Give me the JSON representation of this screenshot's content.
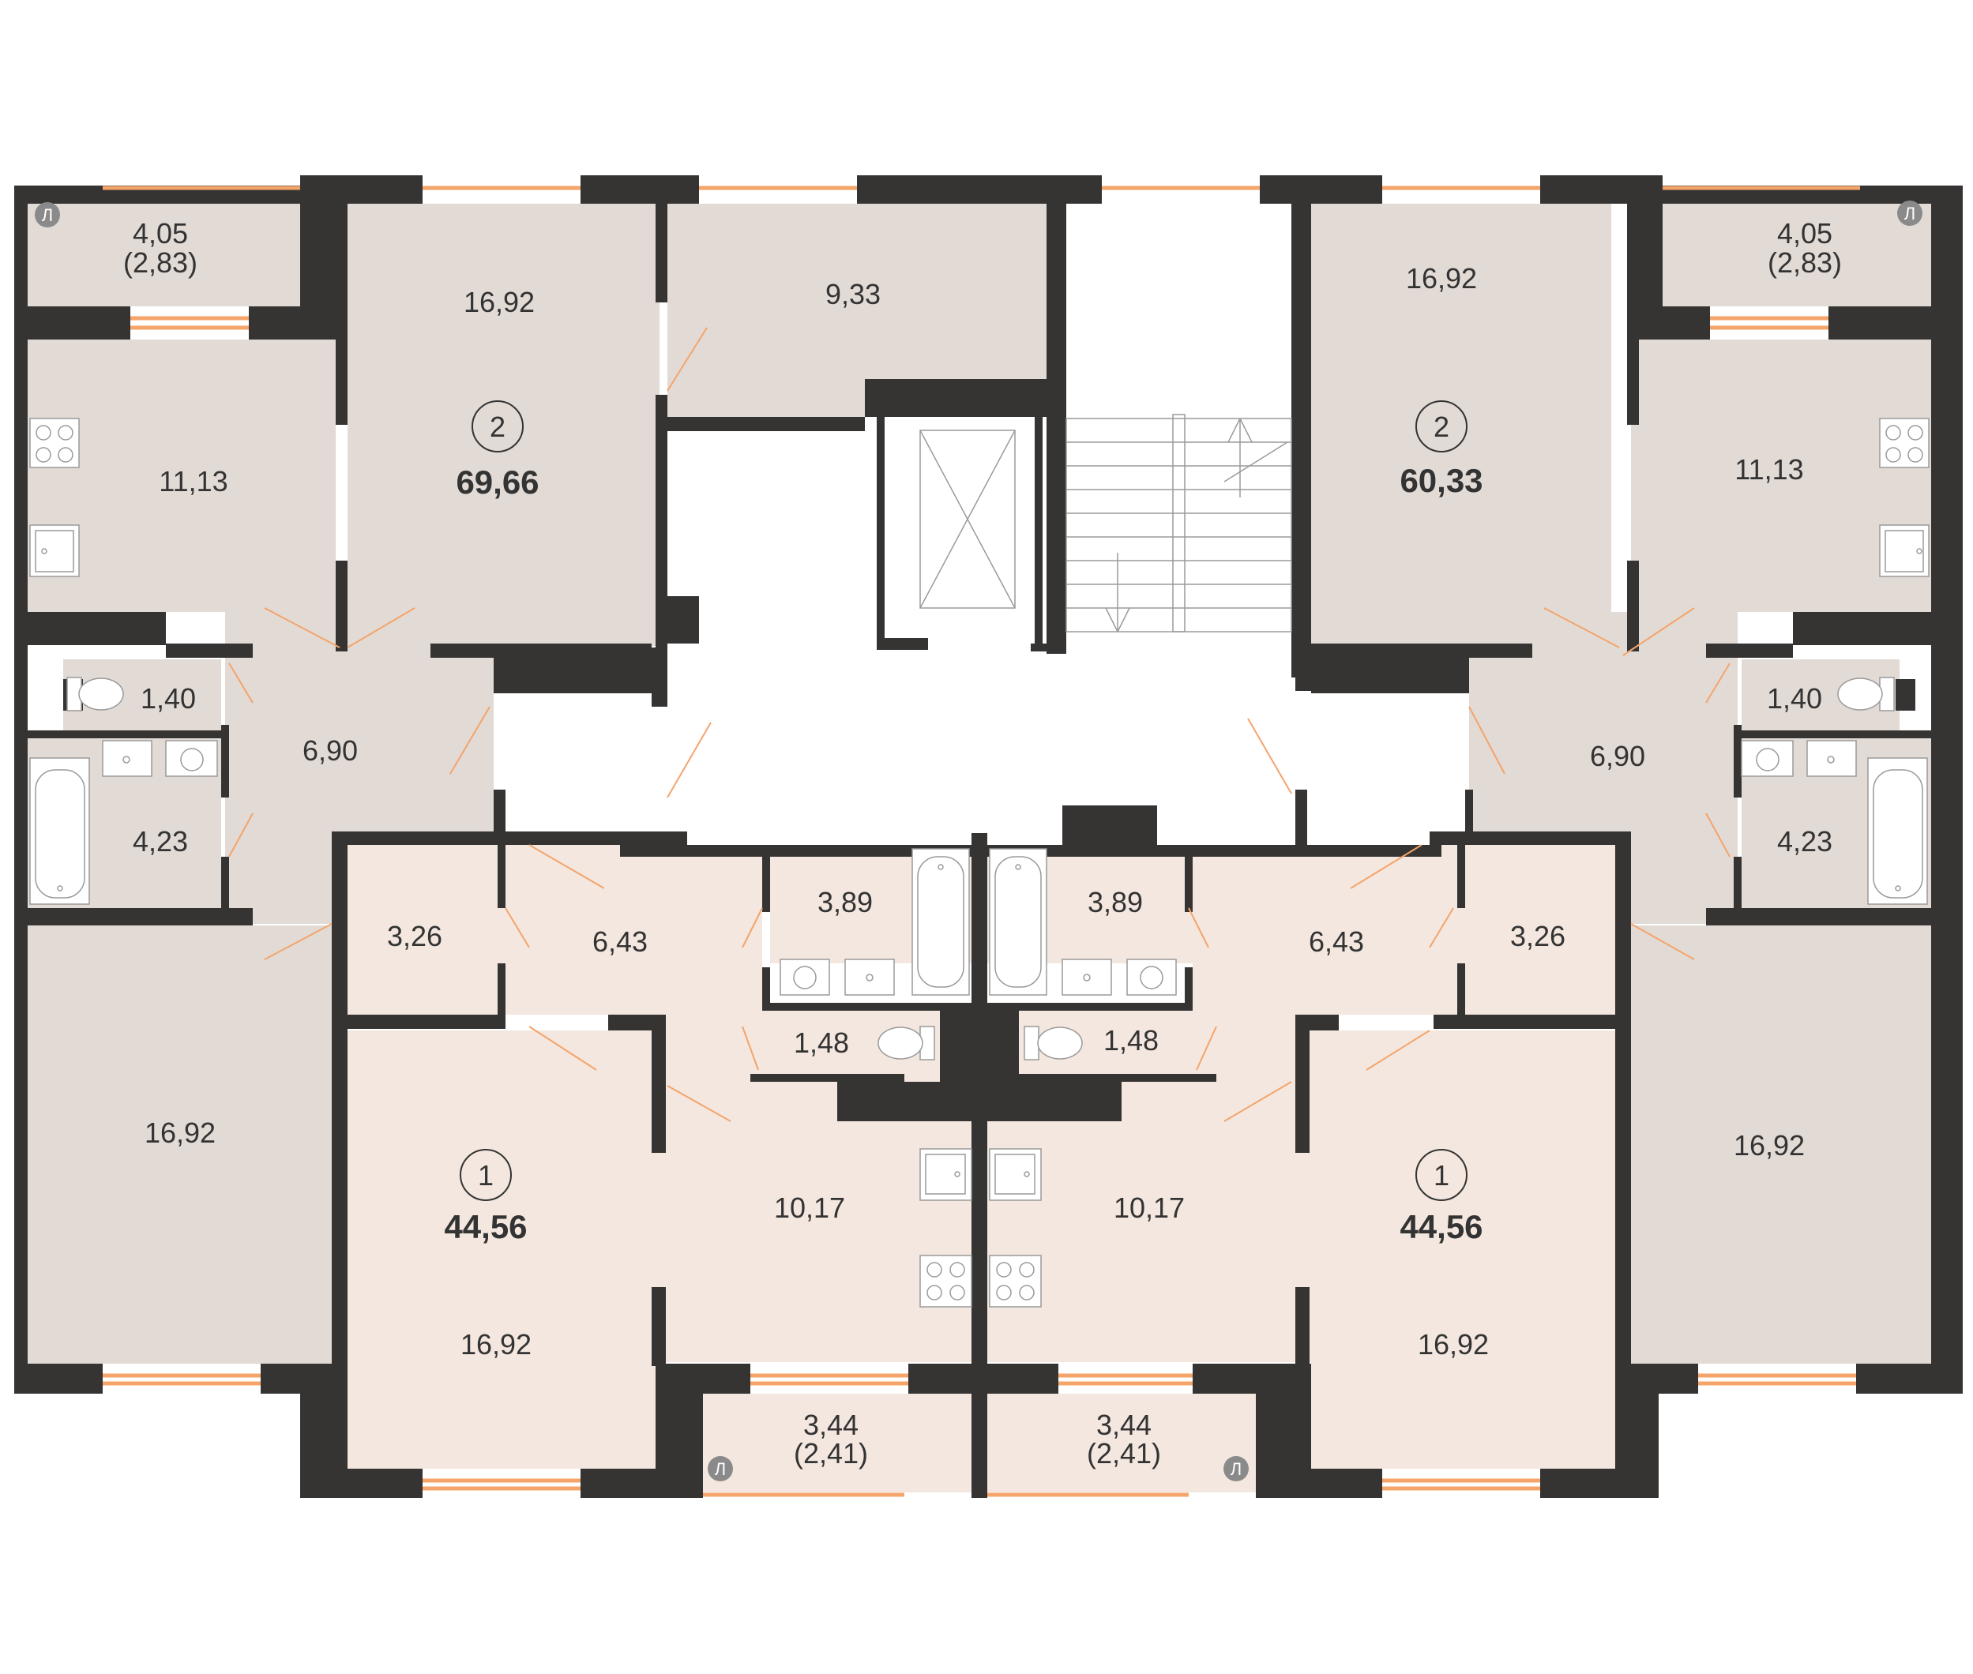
{
  "colors": {
    "wall": "#353433",
    "room_two": "#e2dad5",
    "room_one": "#f3e7df",
    "window": "#f5a46a",
    "door": "#f5a46a",
    "text": "#333333"
  },
  "apartments": [
    {
      "id": "left-two-room",
      "rooms": "2",
      "total": "69,66"
    },
    {
      "id": "right-two-room",
      "rooms": "2",
      "total": "60,33"
    },
    {
      "id": "left-one-room",
      "rooms": "1",
      "total": "44,56"
    },
    {
      "id": "right-one-room",
      "rooms": "1",
      "total": "44,56"
    }
  ],
  "labels": {
    "l_loggia": "4,05",
    "l_loggia_sub": "(2,83)",
    "l_room_top": "16,92",
    "l_room_mid": "9,33",
    "l_kitchen": "11,13",
    "l_wc": "1,40",
    "l_hall": "6,90",
    "l_bath": "4,23",
    "l_room_bottom": "16,92",
    "r_loggia": "4,05",
    "r_loggia_sub": "(2,83)",
    "r_room_top": "16,92",
    "r_kitchen": "11,13",
    "r_wc": "1,40",
    "r_hall": "6,90",
    "r_bath": "4,23",
    "r_room_bottom": "16,92",
    "c1_storage": "3,26",
    "c1_hall": "6,43",
    "c1_bath": "3,89",
    "c1_wc": "1,48",
    "c1_kitchen": "10,17",
    "c1_room": "16,92",
    "c1_loggia": "3,44",
    "c1_loggia_sub": "(2,41)",
    "c2_storage": "3,26",
    "c2_hall": "6,43",
    "c2_bath": "3,89",
    "c2_wc": "1,48",
    "c2_kitchen": "10,17",
    "c2_room": "16,92",
    "c2_loggia": "3,44",
    "c2_loggia_sub": "(2,41)"
  },
  "loggia_marker": "Л"
}
